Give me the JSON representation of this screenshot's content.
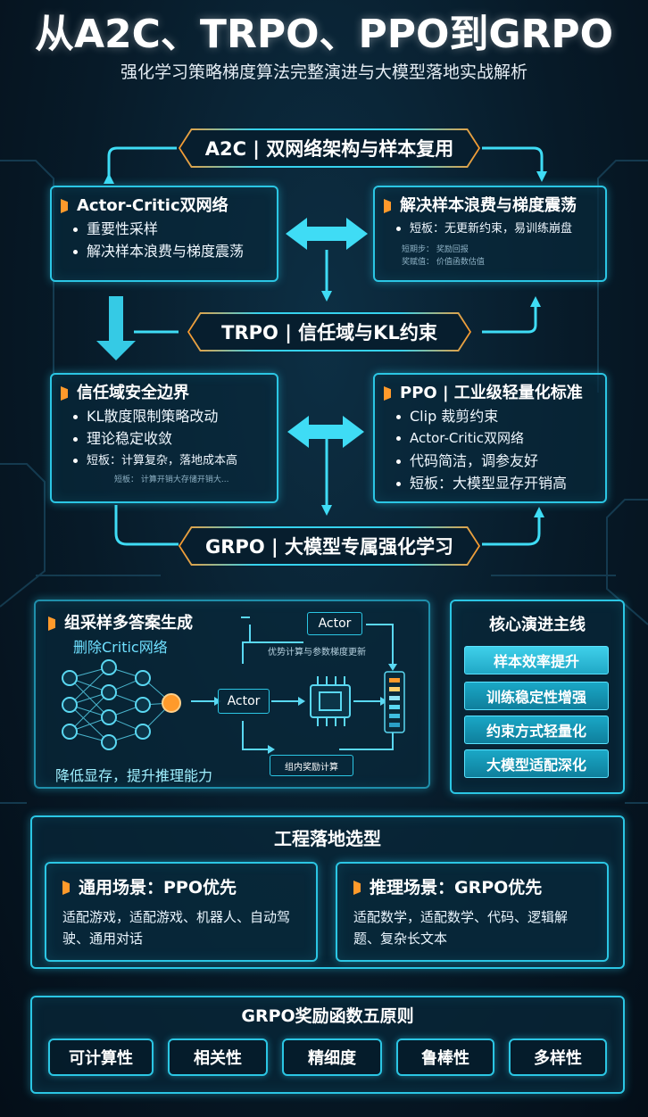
{
  "header": {
    "title": "从A2C、TRPO、PPO到GRPO",
    "subtitle": "强化学习策略梯度算法完整演进与大模型落地实战解析"
  },
  "stages": {
    "a2c": "A2C | 双网络架构与样本复用",
    "trpo": "TRPO | 信任域与KL约束",
    "grpo": "GRPO | 大模型专属强化学习"
  },
  "box_a2c_left": {
    "heading": "Actor-Critic双网络",
    "items": [
      "重要性采样",
      "解决样本浪费与梯度震荡"
    ]
  },
  "box_a2c_right": {
    "heading": "解决样本浪费与梯度震荡",
    "items": [
      "短板：无更新约束，易训练崩盘"
    ],
    "tiny": [
      "短期步：  奖励回报",
      "奖赋值：  价值函数估值"
    ]
  },
  "box_trpo": {
    "heading": "信任域安全边界",
    "items": [
      "KL散度限制策略改动",
      "理论稳定收敛",
      "短板：计算复杂，落地成本高"
    ],
    "tiny": "短板：  计算开销大存储开销大..."
  },
  "box_ppo": {
    "heading": "PPO | 工业级轻量化标准",
    "items": [
      "Clip 裁剪约束",
      "Actor-Critic双网络",
      "代码简洁，调参友好",
      "短板：大模型显存开销高"
    ]
  },
  "grpo_detail": {
    "heading": "组采样多答案生成",
    "subheading": "删除Critic网络",
    "caption": "降低显存，提升推理能力",
    "actor_top": "Actor",
    "actor_mid": "Actor",
    "top_note": "优势计算与参数梯度更新",
    "bottom_note": "组内奖励计算",
    "icons": [
      "neural-network-icon",
      "chip-icon",
      "reward-bar-icon"
    ]
  },
  "mainline": {
    "title": "核心演进主线",
    "items": [
      "样本效率提升",
      "训练稳定性增强",
      "约束方式轻量化",
      "大模型适配深化"
    ]
  },
  "engineering": {
    "title": "工程落地选型",
    "general": {
      "heading": "通用场景：PPO优先",
      "text": "适配游戏，适配游戏、机器人、自动驾驶、通用对话"
    },
    "reasoning": {
      "heading": "推理场景：GRPO优先",
      "text": "适配数学，适配数学、代码、逻辑解题、复杂长文本"
    }
  },
  "principles": {
    "title": "GRPO奖励函数五原则",
    "items": [
      "可计算性",
      "相关性",
      "精细度",
      "鲁棒性",
      "多样性"
    ]
  },
  "colors": {
    "accent": "#2bc6e4",
    "highlight": "#ff9a2b",
    "background": "#071a28"
  }
}
